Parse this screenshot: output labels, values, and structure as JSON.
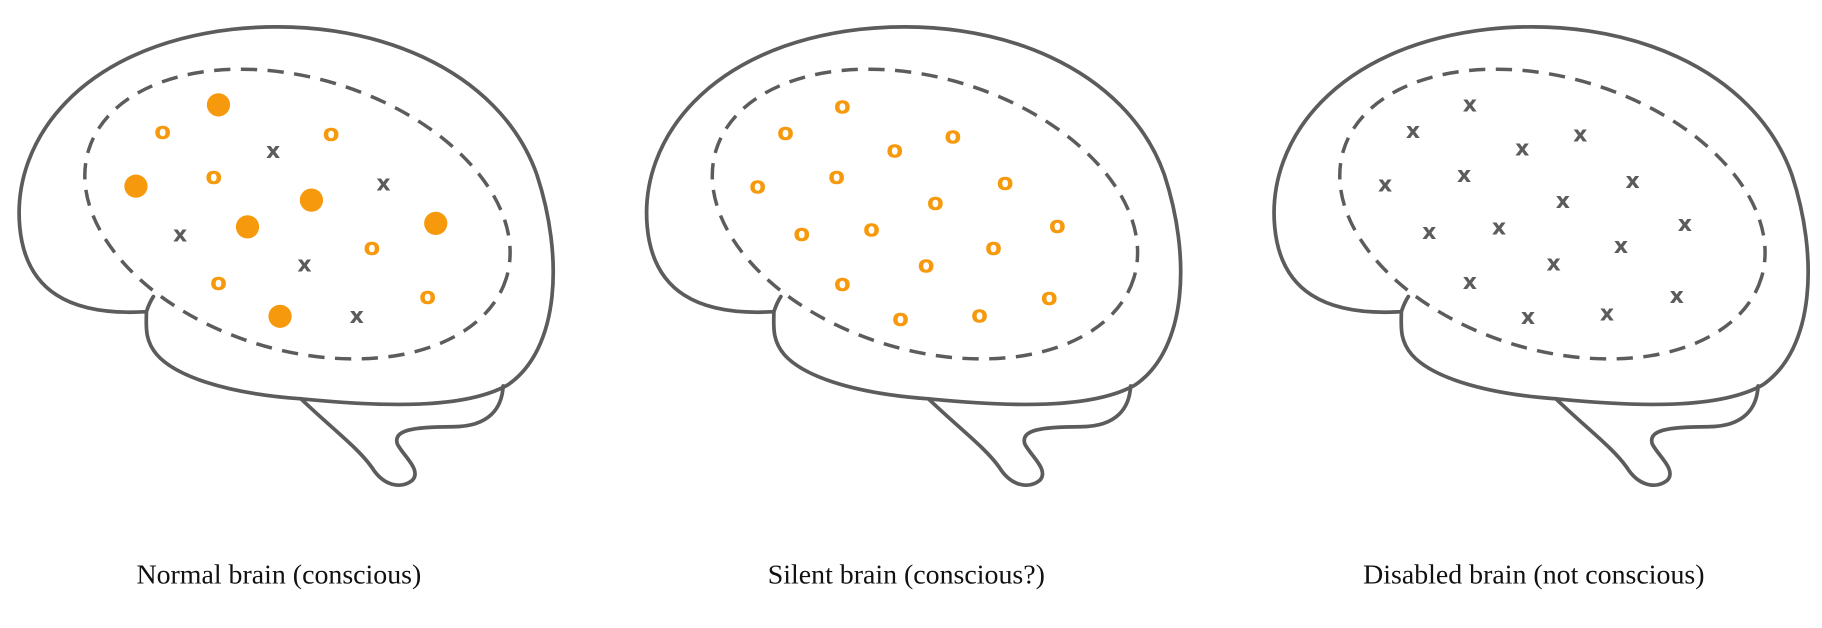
{
  "colors": {
    "active": "#f7990c",
    "outline": "#5c5c5c"
  },
  "symbols": {
    "open": "o",
    "cross": "x"
  },
  "panels": [
    {
      "caption": "Normal brain (conscious)",
      "markers": [
        "dot",
        "dot",
        "dot",
        "dot",
        "dot",
        "dot",
        "o",
        "o",
        "o",
        "o",
        "o",
        "o",
        "x",
        "x",
        "x",
        "x",
        "x"
      ]
    },
    {
      "caption": "Silent brain (conscious?)",
      "markers": [
        "o",
        "o",
        "o",
        "o",
        "o",
        "o",
        "o",
        "o",
        "o",
        "o",
        "o",
        "o",
        "o",
        "o",
        "o",
        "o",
        "o"
      ]
    },
    {
      "caption": "Disabled brain (not conscious)",
      "markers": [
        "x",
        "x",
        "x",
        "x",
        "x",
        "x",
        "x",
        "x",
        "x",
        "x",
        "x",
        "x",
        "x",
        "x",
        "x",
        "x",
        "x"
      ]
    }
  ]
}
